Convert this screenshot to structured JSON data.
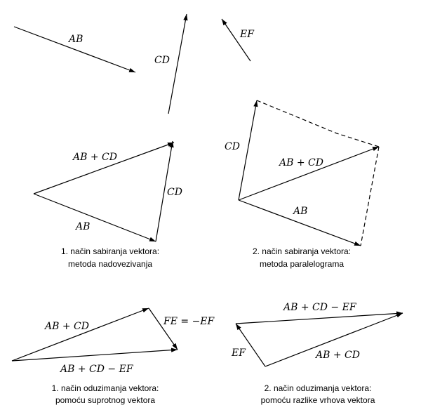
{
  "vectors": {
    "ab": "AB",
    "cd": "CD",
    "ef": "EF"
  },
  "panel1": {
    "label_sum": "AB + CD",
    "label_cd": "CD",
    "label_ab": "AB",
    "caption_line1": "1. način sabiranja vektora:",
    "caption_line2": "metoda nadovezivanja"
  },
  "panel2": {
    "label_cd": "CD",
    "label_sum": "AB + CD",
    "label_ab": "AB",
    "caption_line1": "2. način sabiranja vektora:",
    "caption_line2": "metoda paralelograma"
  },
  "panel3": {
    "label_sum": "AB + CD",
    "label_fe": "FE = −EF",
    "label_result": "AB + CD − EF",
    "caption_line1": "1. način oduzimanja vektora:",
    "caption_line2": "pomoću suprotnog vektora"
  },
  "panel4": {
    "label_result": "AB + CD − EF",
    "label_ef": "EF",
    "label_sum": "AB + CD",
    "caption_line1": "2. način oduzimanja vektora:",
    "caption_line2": "pomoću razlike vrhova vektora"
  }
}
